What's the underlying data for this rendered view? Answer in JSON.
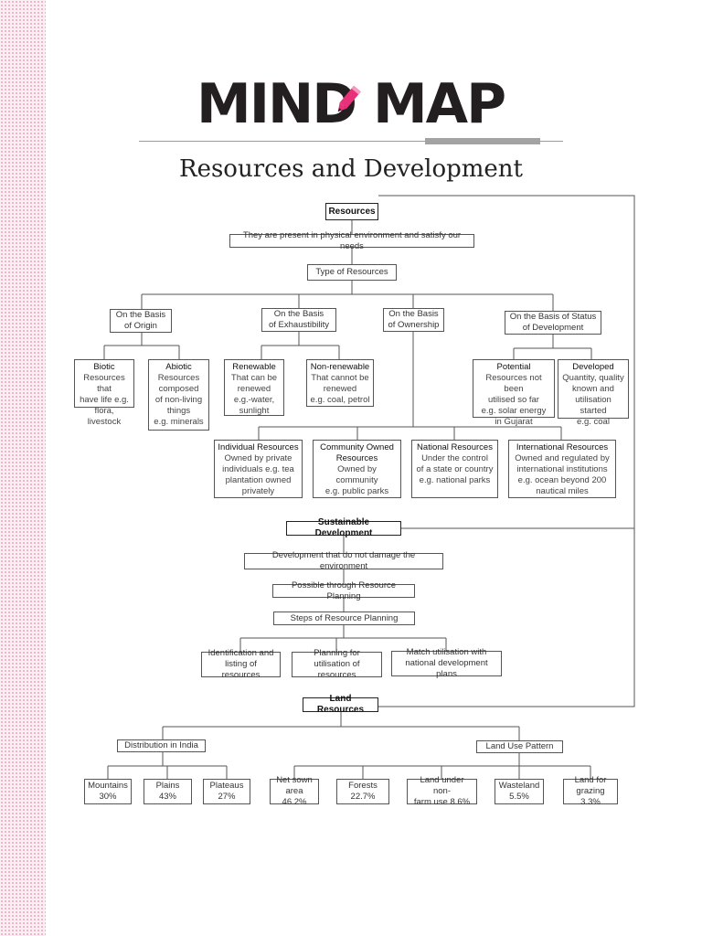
{
  "logo": {
    "text": "MIND MAP",
    "icon": "pencil-icon",
    "accent_color": "#e9317a"
  },
  "title": "Resources and Development",
  "resources": {
    "label": "Resources",
    "definition": "They are present in physical environment and satisfy our needs",
    "types_label": "Type of Resources",
    "bases": {
      "origin": "On the Basis\nof Origin",
      "exhaustibility": "On the Basis\nof Exhaustibility",
      "ownership": "On the Basis\nof Ownership",
      "status": "On the Basis of Status\nof Development"
    },
    "biotic": {
      "head": "Biotic",
      "text": "Resources that\nhave life e.g.\nflora, livestock"
    },
    "abiotic": {
      "head": "Abiotic",
      "text": "Resources\ncomposed\nof non-living\nthings\ne.g. minerals"
    },
    "renewable": {
      "head": "Renewable",
      "text": "That can be\nrenewed\ne.g.-water,\nsunlight"
    },
    "nonrenewable": {
      "head": "Non-renewable",
      "text": "That cannot be\nrenewed\ne.g. coal, petrol"
    },
    "potential": {
      "head": "Potential",
      "text": "Resources not been\nutilised so far\ne.g. solar energy\nin Gujarat"
    },
    "developed": {
      "head": "Developed",
      "text": "Quantity, quality\nknown and\nutilisation started\ne.g. coal"
    },
    "individual": {
      "head": "Individual Resources",
      "text": "Owned by private\nindividuals e.g. tea\nplantation owned\nprivately"
    },
    "community": {
      "head": "Community Owned\nResources",
      "text": "Owned by\ncommunity\ne.g. public parks"
    },
    "national": {
      "head": "National Resources",
      "text": "Under the control\nof a state or country\ne.g. national parks"
    },
    "international": {
      "head": "International Resources",
      "text": "Owned and regulated by\ninternational institutions\ne.g. ocean beyond 200\nnautical miles"
    }
  },
  "sustainable": {
    "label": "Sustainable Development",
    "definition": "Development that do not damage the environment",
    "possible": "Possible through Resource Planning",
    "steps_label": "Steps of Resource Planning",
    "steps": [
      "Identification and\nlisting of resources",
      "Planning for\nutilisation of resources",
      "Match utilisation with\nnational development plans"
    ]
  },
  "land": {
    "label": "Land Resources",
    "distribution_label": "Distribution in India",
    "distribution": [
      "Mountains\n30%",
      "Plains\n43%",
      "Plateaus\n27%"
    ],
    "use_label": "Land Use Pattern",
    "use": [
      "Net sown\narea 46.2%",
      "Forests\n22.7%",
      "Land under non-\nfarm use 8.6%",
      "Wasteland\n5.5%",
      "Land for\ngrazing 3.3%"
    ]
  }
}
